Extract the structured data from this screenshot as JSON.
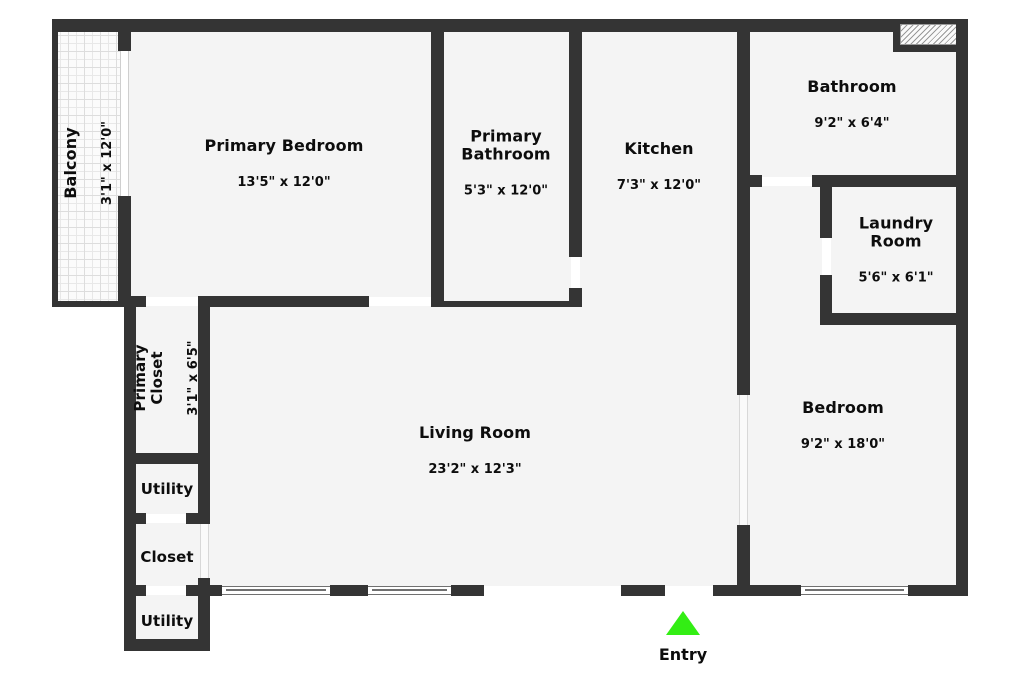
{
  "plan": {
    "type": "floor-plan",
    "entry": {
      "label": "Entry",
      "marker_color": "#33ee14"
    },
    "colors": {
      "wall": "#343434",
      "room_fill": "#f4f4f4",
      "balcony_fill": "#fbfbfb",
      "background": "#ffffff",
      "text": "#0d0d0d",
      "entry_green": "#33ee14"
    },
    "rooms": [
      {
        "id": "balcony",
        "name": "Balcony",
        "dimensions": "3'1\" x 12'0\"",
        "orientation": "vertical"
      },
      {
        "id": "primary-bedroom",
        "name": "Primary Bedroom",
        "dimensions": "13'5\" x 12'0\"",
        "orientation": "horizontal"
      },
      {
        "id": "primary-bathroom",
        "name": "Primary\nBathroom",
        "dimensions": "5'3\" x 12'0\"",
        "orientation": "horizontal"
      },
      {
        "id": "kitchen",
        "name": "Kitchen",
        "dimensions": "7'3\" x 12'0\"",
        "orientation": "horizontal"
      },
      {
        "id": "bathroom",
        "name": "Bathroom",
        "dimensions": "9'2\" x 6'4\"",
        "orientation": "horizontal"
      },
      {
        "id": "laundry-room",
        "name": "Laundry\nRoom",
        "dimensions": "5'6\" x 6'1\"",
        "orientation": "horizontal"
      },
      {
        "id": "bedroom",
        "name": "Bedroom",
        "dimensions": "9'2\" x 18'0\"",
        "orientation": "horizontal"
      },
      {
        "id": "living-room",
        "name": "Living Room",
        "dimensions": "23'2\" x 12'3\"",
        "orientation": "horizontal"
      },
      {
        "id": "primary-closet",
        "name": "Primary\nCloset",
        "dimensions": "3'1\" x 6'5\"",
        "orientation": "vertical"
      },
      {
        "id": "utility-top",
        "name": "Utility",
        "dimensions": "",
        "orientation": "horizontal"
      },
      {
        "id": "closet",
        "name": "Closet",
        "dimensions": "",
        "orientation": "horizontal"
      },
      {
        "id": "utility-bottom",
        "name": "Utility",
        "dimensions": "",
        "orientation": "horizontal"
      }
    ]
  }
}
